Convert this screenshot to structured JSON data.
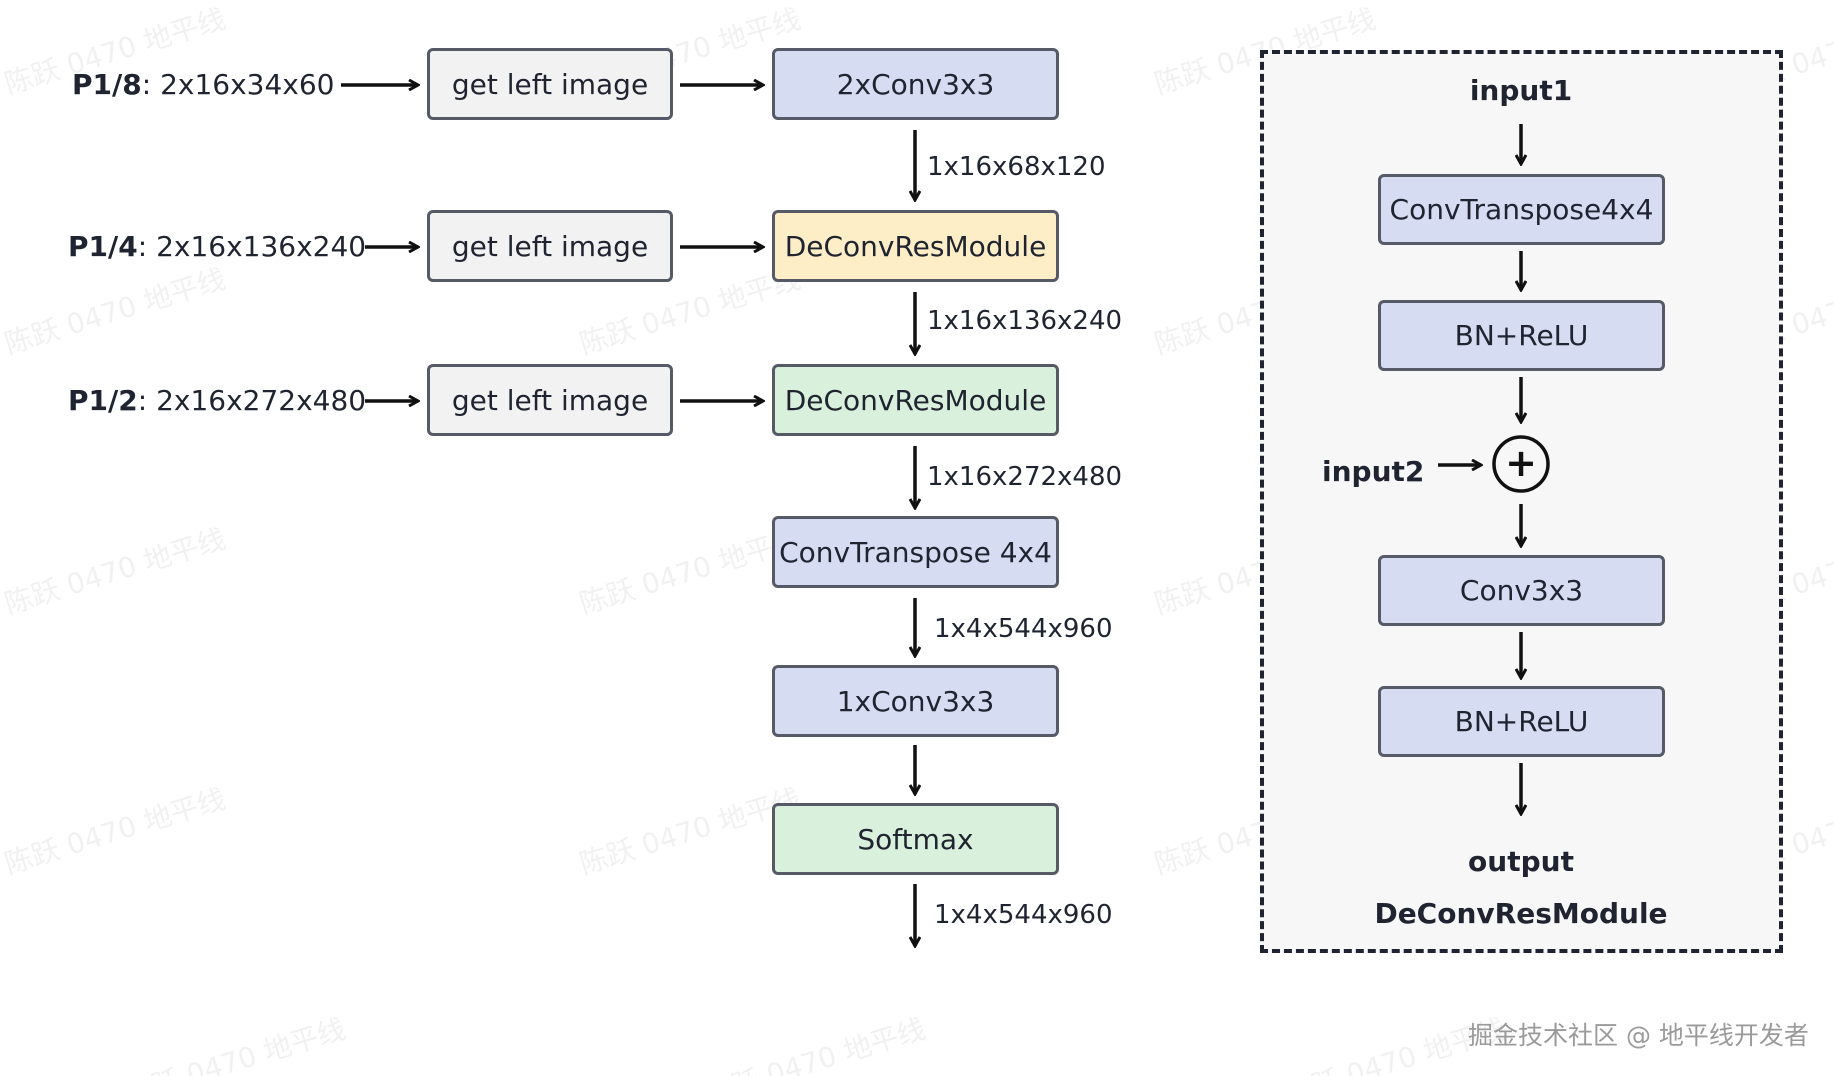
{
  "watermark": "陈跃 0470 地平线",
  "inputs": [
    {
      "name": "P1/8",
      "shape": "2x16x34x60"
    },
    {
      "name": "P1/4",
      "shape": "2x16x136x240"
    },
    {
      "name": "P1/2",
      "shape": "2x16x272x480"
    }
  ],
  "get_left_image": "get left image",
  "main_blocks": {
    "conv2x": "2xConv3x3",
    "deconv1": "DeConvResModule",
    "deconv2": "DeConvResModule",
    "convtranspose": "ConvTranspose 4x4",
    "conv1x": "1xConv3x3",
    "softmax": "Softmax"
  },
  "shape_labels": {
    "s1": "1x16x68x120",
    "s2": "1x16x136x240",
    "s3": "1x16x272x480",
    "s4": "1x4x544x960",
    "s5": "1x4x544x960"
  },
  "module_panel": {
    "input1": "input1",
    "convtranspose": "ConvTranspose4x4",
    "bnrelu1": "BN+ReLU",
    "input2": "input2",
    "plus_symbol": "+",
    "conv": "Conv3x3",
    "bnrelu2": "BN+ReLU",
    "output": "output",
    "title": "DeConvResModule"
  },
  "colors": {
    "gray_fill": "#f2f2f2",
    "blue_fill": "#d6dcf2",
    "yellow_fill": "#fdeec7",
    "green_fill": "#d9f1dc",
    "border": "#555a66"
  },
  "footer": "掘金技术社区 @ 地平线开发者"
}
